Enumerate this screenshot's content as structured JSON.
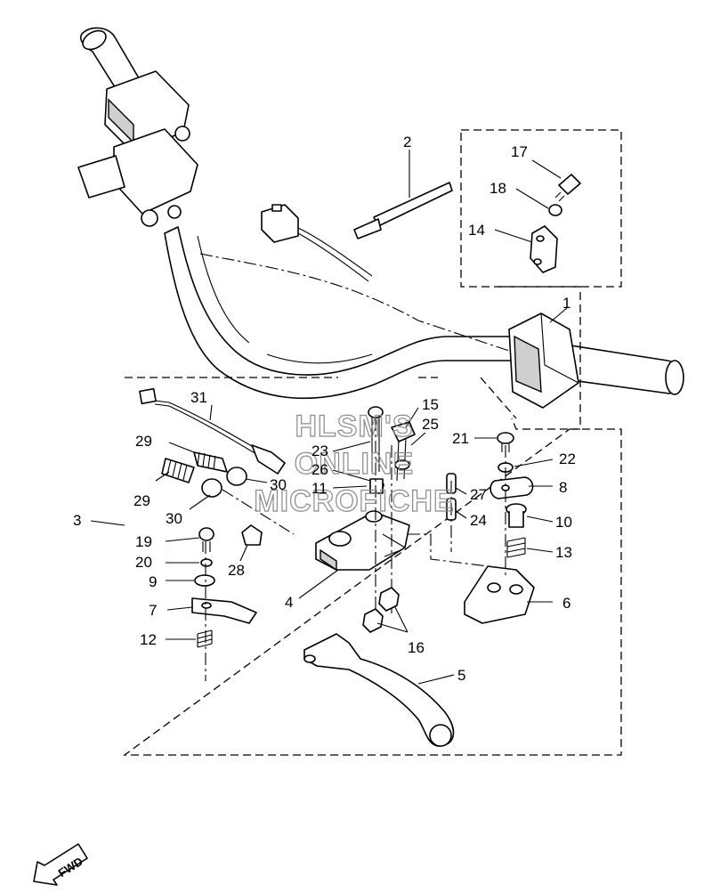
{
  "diagram": {
    "callouts": [
      {
        "id": "c1",
        "text": "1"
      },
      {
        "id": "c2",
        "text": "2"
      },
      {
        "id": "c3",
        "text": "3"
      },
      {
        "id": "c4",
        "text": "4"
      },
      {
        "id": "c5",
        "text": "5"
      },
      {
        "id": "c6",
        "text": "6"
      },
      {
        "id": "c7",
        "text": "7"
      },
      {
        "id": "c8",
        "text": "8"
      },
      {
        "id": "c9",
        "text": "9"
      },
      {
        "id": "c10",
        "text": "10"
      },
      {
        "id": "c11",
        "text": "11"
      },
      {
        "id": "c12",
        "text": "12"
      },
      {
        "id": "c13",
        "text": "13"
      },
      {
        "id": "c14",
        "text": "14"
      },
      {
        "id": "c15",
        "text": "15"
      },
      {
        "id": "c16",
        "text": "16"
      },
      {
        "id": "c17",
        "text": "17"
      },
      {
        "id": "c18",
        "text": "18"
      },
      {
        "id": "c19",
        "text": "19"
      },
      {
        "id": "c20",
        "text": "20"
      },
      {
        "id": "c21",
        "text": "21"
      },
      {
        "id": "c22",
        "text": "22"
      },
      {
        "id": "c23",
        "text": "23"
      },
      {
        "id": "c24",
        "text": "24"
      },
      {
        "id": "c25",
        "text": "25"
      },
      {
        "id": "c26",
        "text": "26"
      },
      {
        "id": "c27",
        "text": "27"
      },
      {
        "id": "c28",
        "text": "28"
      },
      {
        "id": "c29a",
        "text": "29"
      },
      {
        "id": "c29b",
        "text": "29"
      },
      {
        "id": "c30a",
        "text": "30"
      },
      {
        "id": "c30b",
        "text": "30"
      },
      {
        "id": "c31",
        "text": "31"
      }
    ],
    "watermark": [
      "HLSM'S",
      "ONLINE",
      "MICROFICHE"
    ],
    "fwd_label": "FWD"
  }
}
